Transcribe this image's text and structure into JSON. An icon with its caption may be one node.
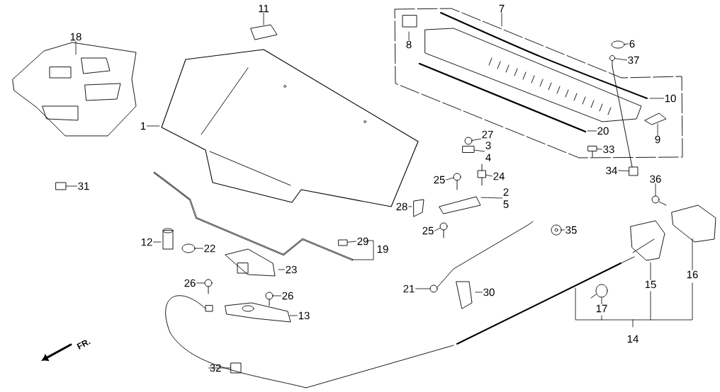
{
  "diagram": {
    "nodes": [
      {
        "text": [
          "18"
        ]
      },
      {
        "text": [
          "11"
        ]
      },
      {
        "text": [
          "7"
        ]
      },
      {
        "text": [
          "8"
        ]
      },
      {
        "text": [
          "6"
        ]
      },
      {
        "text": [
          "37"
        ]
      },
      {
        "text": [
          "10"
        ]
      },
      {
        "text": [
          "1"
        ]
      },
      {
        "text": [
          "20"
        ]
      },
      {
        "text": [
          "9"
        ]
      },
      {
        "text": [
          "27"
        ]
      },
      {
        "text": [
          "3",
          "4"
        ]
      },
      {
        "text": [
          "31"
        ]
      },
      {
        "text": [
          "33"
        ]
      },
      {
        "text": [
          "34"
        ]
      },
      {
        "text": [
          "36"
        ]
      },
      {
        "text": [
          "25"
        ]
      },
      {
        "text": [
          "24"
        ]
      },
      {
        "text": [
          "2",
          "5"
        ]
      },
      {
        "text": [
          "28"
        ]
      },
      {
        "text": [
          "25"
        ]
      },
      {
        "text": [
          "35"
        ]
      },
      {
        "text": [
          "12"
        ]
      },
      {
        "text": [
          "22"
        ]
      },
      {
        "text": [
          "29"
        ]
      },
      {
        "text": [
          "19"
        ]
      },
      {
        "text": [
          "23"
        ]
      },
      {
        "text": [
          "26"
        ]
      },
      {
        "text": [
          "26"
        ]
      },
      {
        "text": [
          "21"
        ]
      },
      {
        "text": [
          "30"
        ]
      },
      {
        "text": [
          "15"
        ]
      },
      {
        "text": [
          "16"
        ]
      },
      {
        "text": [
          "17"
        ]
      },
      {
        "text": [
          "13"
        ]
      },
      {
        "text": [
          "14"
        ]
      },
      {
        "text": [
          "32"
        ]
      },
      {
        "text": [],
        "shape": "circle"
      },
      {
        "text": [],
        "shape": "circle"
      },
      {
        "text": [],
        "shape": "circle"
      },
      {
        "text": [],
        "shape": "box"
      },
      {
        "text": [],
        "shape": "box"
      },
      {
        "text": [],
        "shape": "box"
      },
      {
        "text": [],
        "shape": "circle"
      },
      {
        "text": [],
        "shape": "circle"
      },
      {
        "text": [],
        "shape": "box"
      },
      {
        "text": [],
        "shape": "circle"
      },
      {
        "text": [],
        "shape": "circle"
      },
      {
        "text": [],
        "shape": "circle"
      },
      {
        "text": [],
        "shape": "box"
      },
      {
        "text": [],
        "shape": "circle"
      },
      {
        "text": [],
        "shape": "circle"
      },
      {
        "text": [],
        "shape": "circle"
      },
      {
        "text": [],
        "shape": "circle"
      },
      {
        "text": [],
        "shape": "box"
      },
      {
        "text": [],
        "shape": "box"
      }
    ],
    "edges": [
      {
        "from": 0,
        "to": null,
        "arrow": "none"
      },
      {
        "from": 1,
        "to": null,
        "arrow": "none"
      },
      {
        "from": 2,
        "to": null,
        "arrow": "none"
      },
      {
        "from": 3,
        "to": null,
        "arrow": "none"
      },
      {
        "from": 4,
        "to": 37,
        "arrow": "none"
      },
      {
        "from": 5,
        "to": 38,
        "arrow": "none"
      },
      {
        "from": 6,
        "to": null,
        "arrow": "none"
      },
      {
        "from": 7,
        "to": null,
        "arrow": "none"
      },
      {
        "from": 8,
        "to": null,
        "arrow": "none"
      },
      {
        "from": 9,
        "to": null,
        "arrow": "none"
      },
      {
        "from": 10,
        "to": 39,
        "arrow": "none"
      },
      {
        "from": 11,
        "to": 40,
        "arrow": "none"
      },
      {
        "from": 12,
        "to": 55,
        "arrow": "none"
      },
      {
        "from": 13,
        "to": 41,
        "arrow": "none"
      },
      {
        "from": 14,
        "to": 42,
        "arrow": "none"
      },
      {
        "from": 15,
        "to": 43,
        "arrow": "none"
      },
      {
        "from": 16,
        "to": 44,
        "arrow": "none"
      },
      {
        "from": 17,
        "to": 45,
        "arrow": "none"
      },
      {
        "from": 18,
        "to": null,
        "arrow": "none"
      },
      {
        "from": 19,
        "to": null,
        "arrow": "none"
      },
      {
        "from": 20,
        "to": 46,
        "arrow": "none"
      },
      {
        "from": 21,
        "to": 47,
        "arrow": "none"
      },
      {
        "from": 22,
        "to": null,
        "arrow": "none"
      },
      {
        "from": 23,
        "to": 48,
        "arrow": "none"
      },
      {
        "from": 24,
        "to": 49,
        "arrow": "none"
      },
      {
        "from": 26,
        "to": null,
        "arrow": "none"
      },
      {
        "from": 27,
        "to": 50,
        "arrow": "none"
      },
      {
        "from": 28,
        "to": 51,
        "arrow": "none"
      },
      {
        "from": 29,
        "to": 52,
        "arrow": "none"
      },
      {
        "from": 30,
        "to": null,
        "arrow": "none"
      },
      {
        "from": 31,
        "to": null,
        "arrow": "none"
      },
      {
        "from": 32,
        "to": null,
        "arrow": "none"
      },
      {
        "from": 33,
        "to": 53,
        "arrow": "none"
      },
      {
        "from": 34,
        "to": null,
        "arrow": "none"
      },
      {
        "from": 36,
        "to": 54,
        "arrow": "none"
      }
    ],
    "labels": [
      "FR."
    ]
  }
}
